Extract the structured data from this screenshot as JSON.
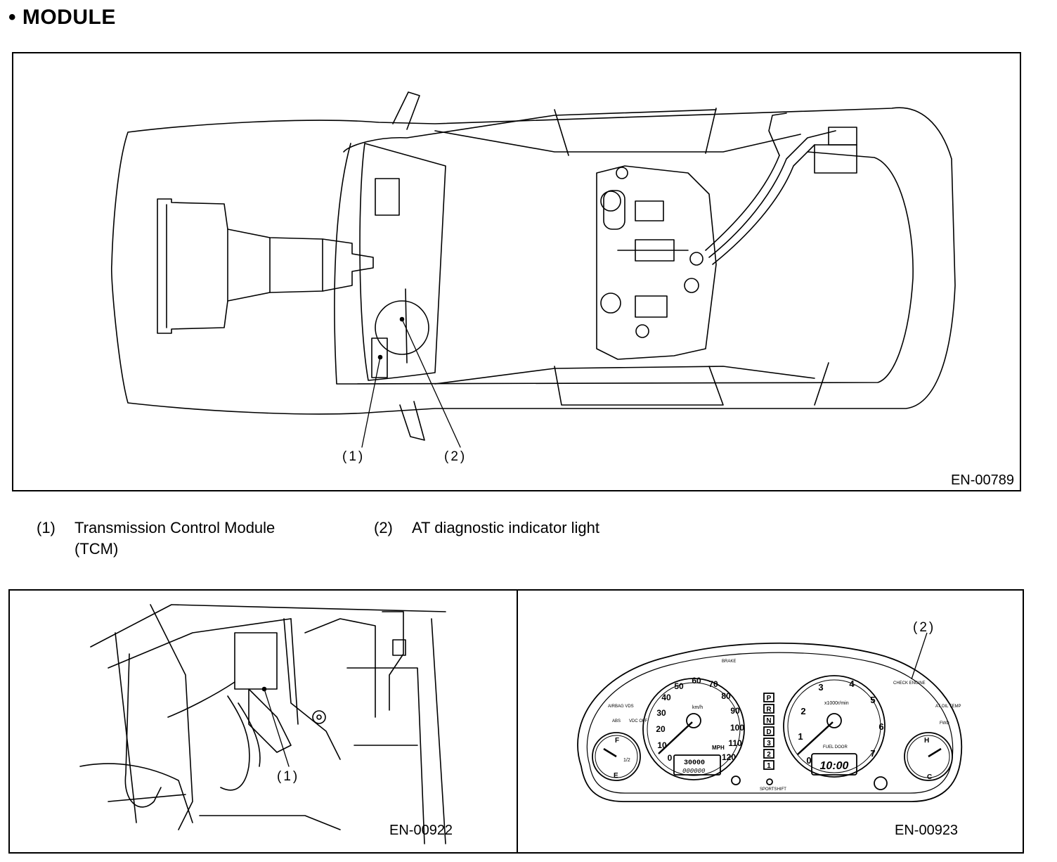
{
  "heading": "• MODULE",
  "top_figure": {
    "figure_id": "EN-00789",
    "callouts": [
      "(1)",
      "(2)"
    ]
  },
  "legend": [
    {
      "number": "(1)",
      "line1": "Transmission Control Module",
      "line2": "(TCM)"
    },
    {
      "number": "(2)",
      "line1": "AT diagnostic indicator light",
      "line2": ""
    }
  ],
  "bottom_left_figure": {
    "figure_id": "EN-00922",
    "callout": "(1)"
  },
  "bottom_right_figure": {
    "figure_id": "EN-00923",
    "callout": "(2)",
    "speedo_mph": [
      "0",
      "10",
      "20",
      "30",
      "40",
      "50",
      "60",
      "70",
      "80",
      "90",
      "100",
      "110",
      "120"
    ],
    "speedo_unit": "MPH",
    "speedo_kmh_unit": "km/h",
    "tacho_numbers": [
      "0",
      "1",
      "2",
      "3",
      "4",
      "5",
      "6",
      "7"
    ],
    "tacho_unit": "x1000r/min",
    "gear_letters": [
      "P",
      "R",
      "N",
      "D",
      "3",
      "2",
      "1"
    ],
    "odometer": "30000",
    "trip": "000000",
    "clock": "10:00",
    "fuel_labels": [
      "F",
      "1/2",
      "E"
    ],
    "temp_labels": [
      "H",
      "C"
    ],
    "warning_labels": {
      "airbag_vds": "AIRBAG VDS",
      "abs": "ABS",
      "vdc_off": "VDC OFF",
      "brake": "BRAKE",
      "check_engine": "CHECK ENGINE",
      "at_oil_temp": "AT OIL TEMP",
      "fwd": "FWD",
      "fuel_door": "FUEL DOOR",
      "sportshift": "SPORTSHIFT"
    }
  }
}
